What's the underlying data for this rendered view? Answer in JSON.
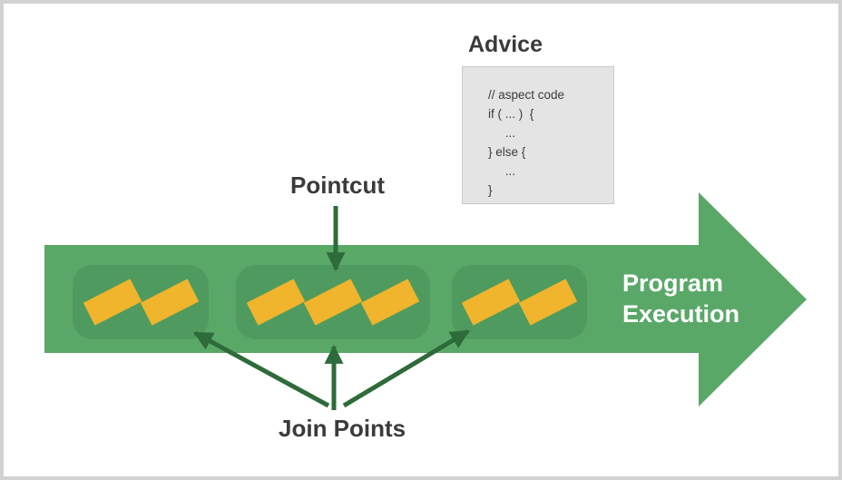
{
  "colors": {
    "arrow-green": "#5aa868",
    "box-green": "#4f9b5f",
    "bar-yellow": "#f0b42d",
    "dark-green": "#2e6b3a",
    "text-dark": "#3b3b3b",
    "code-bg": "#e4e4e4",
    "code-border": "#c9c9c9",
    "frame-gray": "#d2d2d2",
    "white": "#ffffff"
  },
  "labels": {
    "advice": "Advice",
    "pointcut": "Pointcut",
    "join_points": "Join Points",
    "program_execution": "Program\nExecution"
  },
  "advice_code": {
    "lines": [
      "// aspect code",
      "if ( ... )  {",
      "     ...",
      "} else {",
      "     ...",
      "}"
    ]
  },
  "join_point_groups": [
    {
      "name": "left",
      "bars": 2
    },
    {
      "name": "middle",
      "bars": 3
    },
    {
      "name": "right",
      "bars": 2
    }
  ]
}
